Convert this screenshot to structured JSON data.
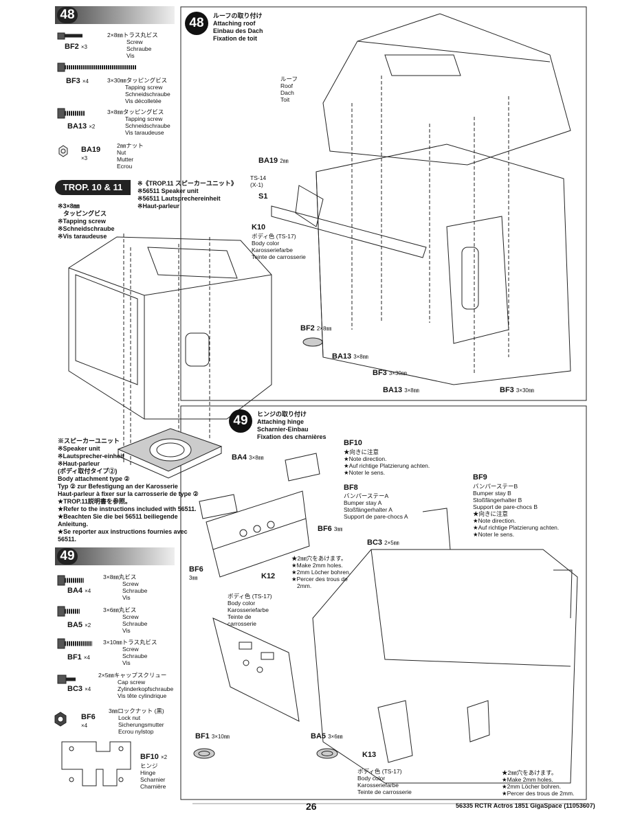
{
  "step48_header": {
    "num": "48"
  },
  "step48_parts": [
    {
      "code": "BF2",
      "qty": "×3",
      "jp": "2×8㎜トラス丸ビス",
      "en": "Screw",
      "de": "Schraube",
      "fr": "Vis"
    },
    {
      "code": "BF3",
      "qty": "×4",
      "jp": "3×30㎜タッピングビス",
      "en": "Tapping screw",
      "de": "Schneidschraube",
      "fr": "Vis décolletée"
    },
    {
      "code": "BA13",
      "qty": "×2",
      "jp": "3×8㎜タッピングビス",
      "en": "Tapping screw",
      "de": "Schneidschraube",
      "fr": "Vis taraudeuse"
    },
    {
      "code": "BA19",
      "qty": "×3",
      "jp": "2㎜ナット",
      "en": "Nut",
      "de": "Mutter",
      "fr": "Ecrou"
    }
  ],
  "trop": {
    "label": "TROP. 10 & 11",
    "unit_lines": [
      "※《TROP.11 スピーカーユニット》",
      "※56511 Speaker unit",
      "※56511 Lautsprechereinheit",
      "※Haut-parleur"
    ],
    "screw_lines": [
      "※3×8㎜",
      "タッピングビス",
      "※Tapping screw",
      "※Schneidschraube",
      "※Vis taraudeuse"
    ],
    "speaker_lines": [
      "※スピーカーユニット",
      "※Speaker unit",
      "※Lautsprecher-einheit",
      "※Haut-parleur"
    ],
    "attach_lines": [
      "(ボディ取付タイプ②)",
      "Body attachment type ②",
      "Typ ② zur Befestigung an der Karosserie",
      "Haut-parleur à fixer sur la carrosserie de type ②"
    ],
    "note_lines": [
      "★TROP.11説明書を参照。",
      "★Refer to the instructions included with 56511.",
      "★Beachten Sie die bei 56511 beiliegende",
      "Anleitung.",
      "★Se reporter aux instructions fournies avec",
      "56511."
    ]
  },
  "step48": {
    "num": "48",
    "title_lines": [
      "ルーフの取り付け",
      "Attaching roof",
      "Einbau des Dach",
      "Fixation de toit"
    ],
    "roof_lines": [
      "ルーフ",
      "Roof",
      "Dach",
      "Toit"
    ],
    "ba19_label": "BA19",
    "ba19_size": "2㎜",
    "ts14": "TS-14",
    "ts14b": "(X-1)",
    "s1": "S1",
    "k10": "K10",
    "k10_lines": [
      "ボディ色 (TS-17)",
      "Body color",
      "Karosseriefarbe",
      "Teinte de carrosserie"
    ],
    "bf2_label": "BF2",
    "bf2_size": "2×8㎜",
    "ba13_label_a": "BA13",
    "ba13_size_a": "3×8㎜",
    "bf3_label_a": "BF3",
    "bf3_size_a": "3×30㎜",
    "ba13_label_b": "BA13",
    "ba13_size_b": "3×8㎜",
    "bf3_label_b": "BF3",
    "bf3_size_b": "3×30㎜"
  },
  "step49": {
    "num": "49",
    "title_lines": [
      "ヒンジの取り付け",
      "Attaching hinge",
      "Scharnier-Einbau",
      "Fixation des charnières"
    ],
    "bf10_label": "BF10",
    "bf10_lines": [
      "★向きに注意",
      "★Note direction.",
      "★Auf richtige Platzierung achten.",
      "★Noter le sens."
    ],
    "ba4_label": "BA4",
    "ba4_size": "3×8㎜",
    "bf8_label": "BF8",
    "bf8_lines": [
      "バンパーステーA",
      "Bumper stay A",
      "Stoßfängerhalter A",
      "Support de pare-chocs A"
    ],
    "bf9_label": "BF9",
    "bf9_lines": [
      "バンパーステーB",
      "Bumper stay B",
      "Stoßfängerhalter B",
      "Support de pare-chocs B",
      "★向きに注意",
      "★Note direction.",
      "★Auf richtige Platzierung achten.",
      "★Noter le sens."
    ],
    "bf6_label_a": "BF6",
    "bf6_size_a": "3㎜",
    "bc3_label": "BC3",
    "bc3_size": "2×5㎜",
    "holes_lines": [
      "★2㎜穴をあけます。",
      "★Make 2mm holes.",
      "★2mm Löcher bohren.",
      "★Percer des trous de",
      "2mm."
    ],
    "bf6_label_b": "BF6",
    "bf6_size_b": "3㎜",
    "k12": "K12",
    "k12_lines": [
      "ボディ色 (TS-17)",
      "Body color",
      "Karosseriefarbe",
      "Teinte de",
      "carrosserie"
    ],
    "bf1_label": "BF1",
    "bf1_size": "3×10㎜",
    "ba5_label": "BA5",
    "ba5_size": "3×6㎜",
    "k13": "K13",
    "k13_lines": [
      "ボディ色 (TS-17)",
      "Body color",
      "Karosseriefarbe",
      "Teinte de carrosserie"
    ],
    "holes2_lines": [
      "★2㎜穴をあけます。",
      "★Make 2mm holes.",
      "★2mm Löcher bohren.",
      "★Percer des trous de 2mm."
    ]
  },
  "step49_header": {
    "num": "49"
  },
  "step49_parts": [
    {
      "code": "BA4",
      "qty": "×4",
      "jp": "3×8㎜丸ビス",
      "en": "Screw",
      "de": "Schraube",
      "fr": "Vis"
    },
    {
      "code": "BA5",
      "qty": "×2",
      "jp": "3×6㎜丸ビス",
      "en": "Screw",
      "de": "Schraube",
      "fr": "Vis"
    },
    {
      "code": "BF1",
      "qty": "×4",
      "jp": "3×10㎜トラス丸ビス",
      "en": "Screw",
      "de": "Schraube",
      "fr": "Vis"
    },
    {
      "code": "BC3",
      "qty": "×4",
      "jp": "2×5㎜キャップスクリュー",
      "en": "Cap screw",
      "de": "Zylinderkopfschraube",
      "fr": "Vis tête cylindrique"
    },
    {
      "code": "BF6",
      "qty": "×4",
      "jp": "3㎜ロックナット (黒)",
      "en": "Lock nut",
      "de": "Sicherungsmutter",
      "fr": "Ecrou nylstop"
    },
    {
      "code": "BF10",
      "qty": "×2",
      "jp": "ヒンジ",
      "en": "Hinge",
      "de": "Scharnier",
      "fr": "Charnière"
    }
  ],
  "footer": {
    "page": "26",
    "ref": "56335 RCTR Actros 1851 GigaSpace (11053607)"
  }
}
